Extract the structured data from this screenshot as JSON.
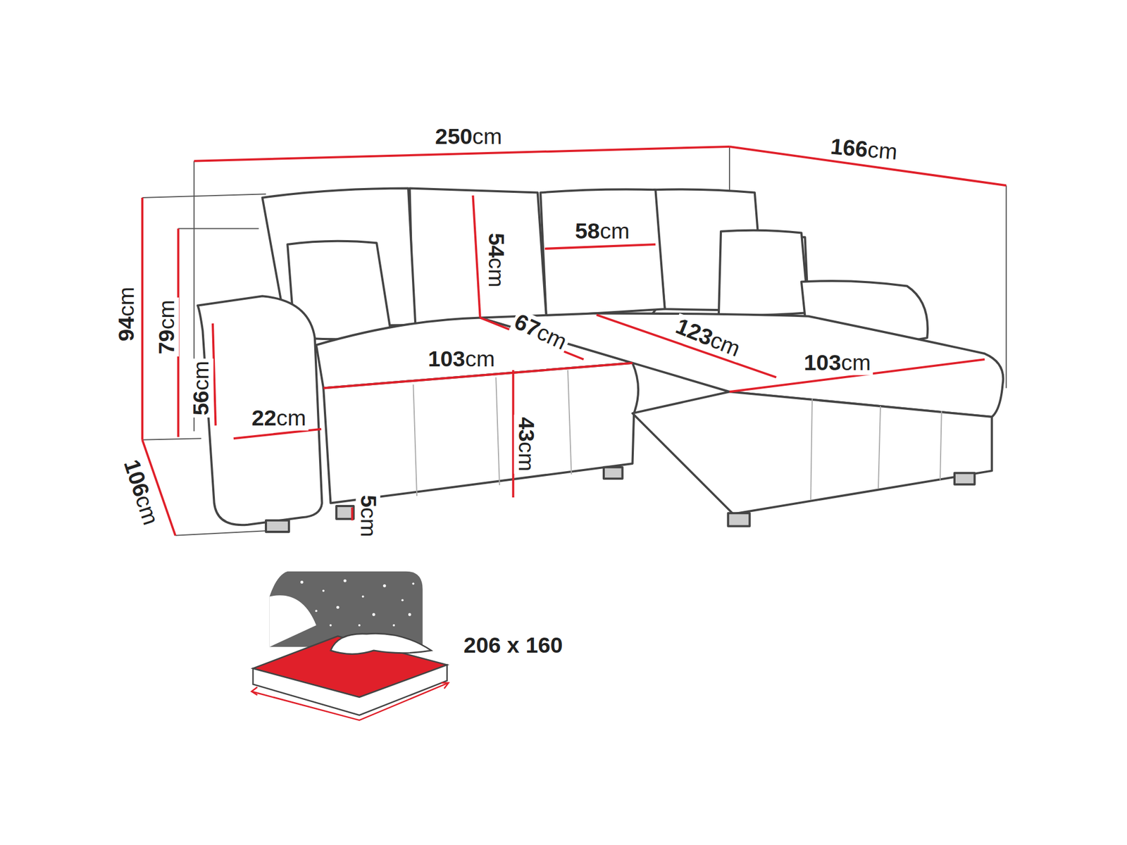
{
  "diagram": {
    "labels": [
      "250cm",
      "166cm",
      "94cm",
      "79cm",
      "56cm",
      "54cm",
      "58cm",
      "67cm",
      "123cm",
      "103cm",
      "103cm",
      "22cm",
      "43cm",
      "5cm",
      "106cm",
      "206 x 160"
    ]
  }
}
